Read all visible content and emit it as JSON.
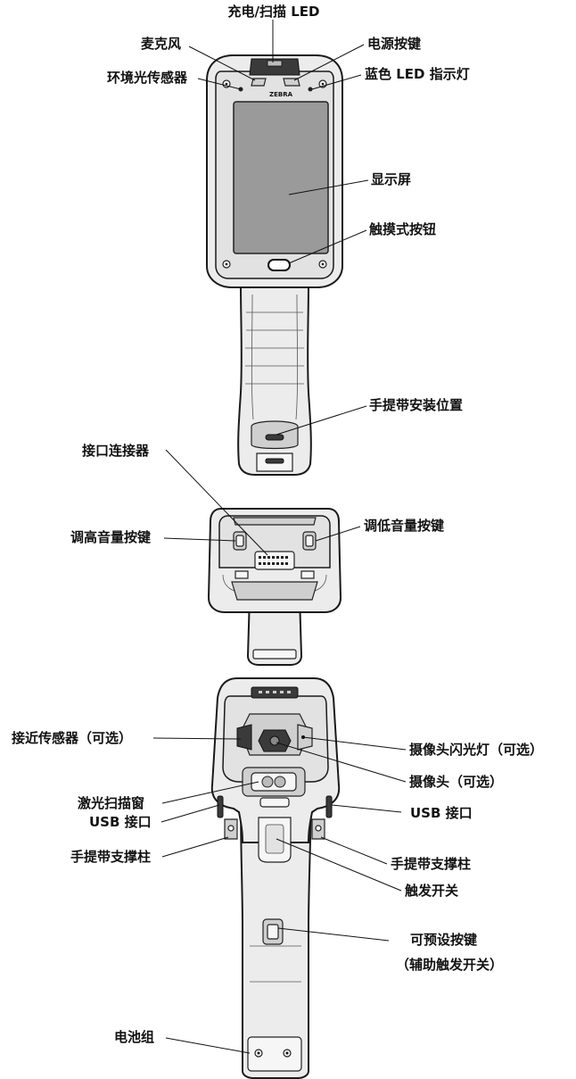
{
  "brand": "ZEBRA",
  "front": {
    "charge_scan_led": "充电/扫描 LED",
    "microphone": "麦克风",
    "power_key": "电源按键",
    "ambient_light_sensor": "环境光传感器",
    "blue_led": "蓝色 LED 指示灯",
    "display": "显示屏",
    "touch_button": "触摸式按钮",
    "lanyard_position": "手提带安装位置"
  },
  "bottom": {
    "interface_connector": "接口连接器",
    "volume_up": "调高音量按键",
    "volume_down": "调低音量按键"
  },
  "back": {
    "proximity_sensor": "接近传感器（可选）",
    "camera_flash": "摄像头闪光灯（可选）",
    "camera": "摄像头（可选）",
    "scan_window": "激光扫描窗",
    "usb_left": "USB 接口",
    "usb_right": "USB 接口",
    "lanyard_post_left": "手提带支撑柱",
    "lanyard_post_right": "手提带支撑柱",
    "trigger": "触发开关",
    "programmable_key_line1": "可预设按键",
    "programmable_key_line2": "（辅助触发开关）",
    "battery": "电池组"
  }
}
